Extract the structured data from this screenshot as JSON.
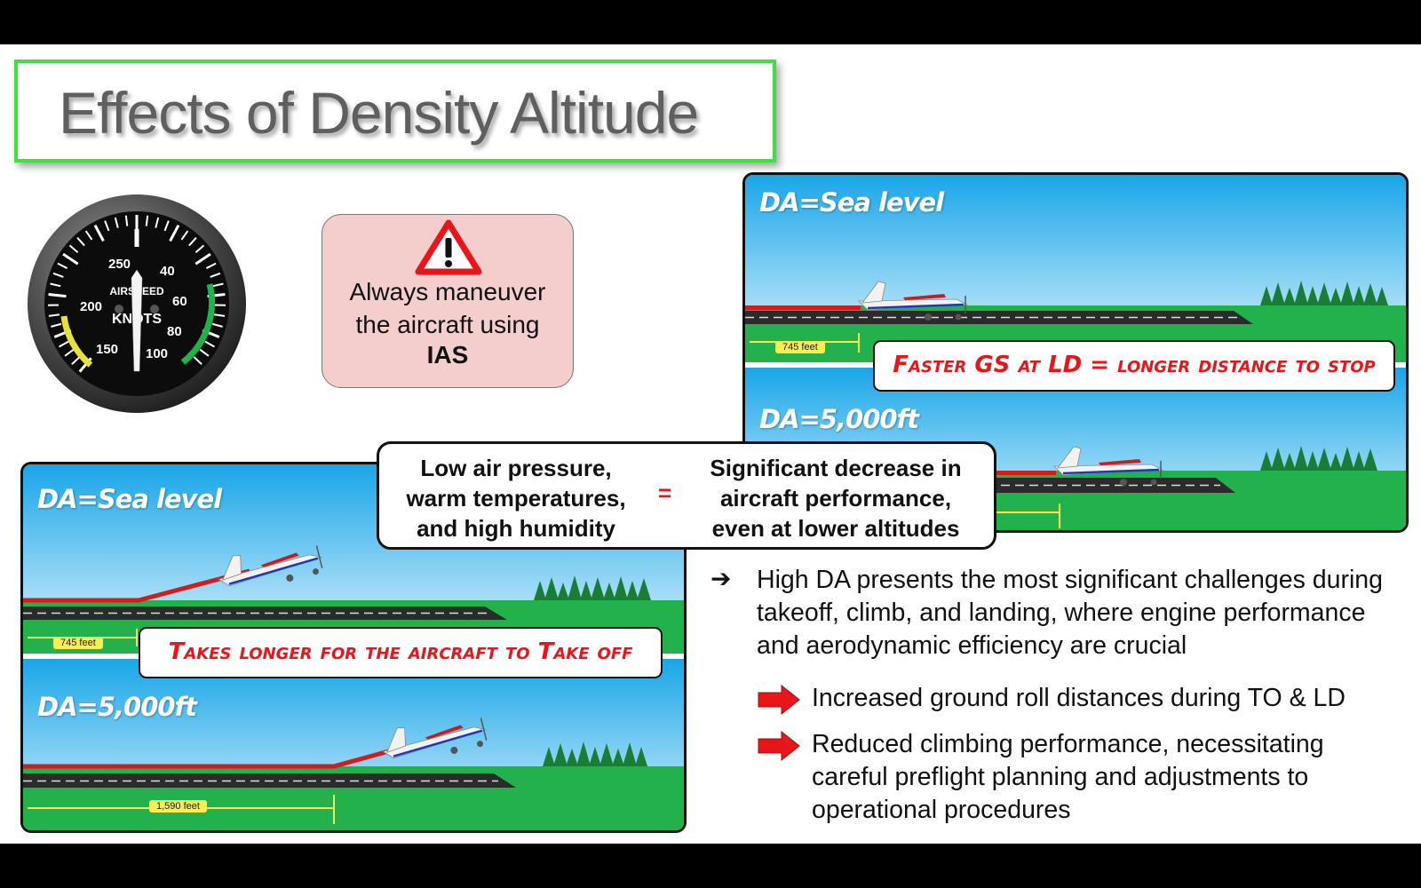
{
  "title": "Effects of Density Altitude",
  "gauge": {
    "text_top": "AIRSPEED",
    "text_bottom": "KNOTS",
    "ticks": [
      "250",
      "40",
      "60",
      "200",
      "80",
      "150",
      "100"
    ]
  },
  "warning": {
    "line1": "Always maneuver",
    "line2": "the aircraft using",
    "emphasis": "IAS"
  },
  "landing_panel": {
    "top_label": "DA=Sea level",
    "top_distance": "745 feet",
    "callout": "Faster GS at LD = longer distance to stop",
    "bottom_label": "DA=5,000ft"
  },
  "takeoff_panel": {
    "top_label": "DA=Sea level",
    "top_distance": "745 feet",
    "callout": "Takes longer for the aircraft to Take off",
    "bottom_label": "DA=5,000ft",
    "bottom_distance": "1,590 feet"
  },
  "equation": {
    "left_lines": [
      "Low air pressure,",
      "warm temperatures,",
      "and high humidity"
    ],
    "operator": "=",
    "right_lines": [
      "Significant decrease in",
      "aircraft performance,",
      "even at lower altitudes"
    ]
  },
  "bullets": {
    "main_arrow": "➔",
    "main": "High DA presents the most significant challenges during takeoff, climb, and landing, where engine performance and aerodynamic efficiency are crucial",
    "sub": [
      "Increased ground roll distances during TO & LD",
      "Reduced climbing performance, necessitating careful preflight planning and adjustments to operational procedures"
    ]
  },
  "colors": {
    "title_border": "#3ee23e",
    "accent_red": "#e8161a",
    "sky": "#19a6e8",
    "grass": "#22b14c",
    "warning_bg": "#f4cdcd"
  }
}
